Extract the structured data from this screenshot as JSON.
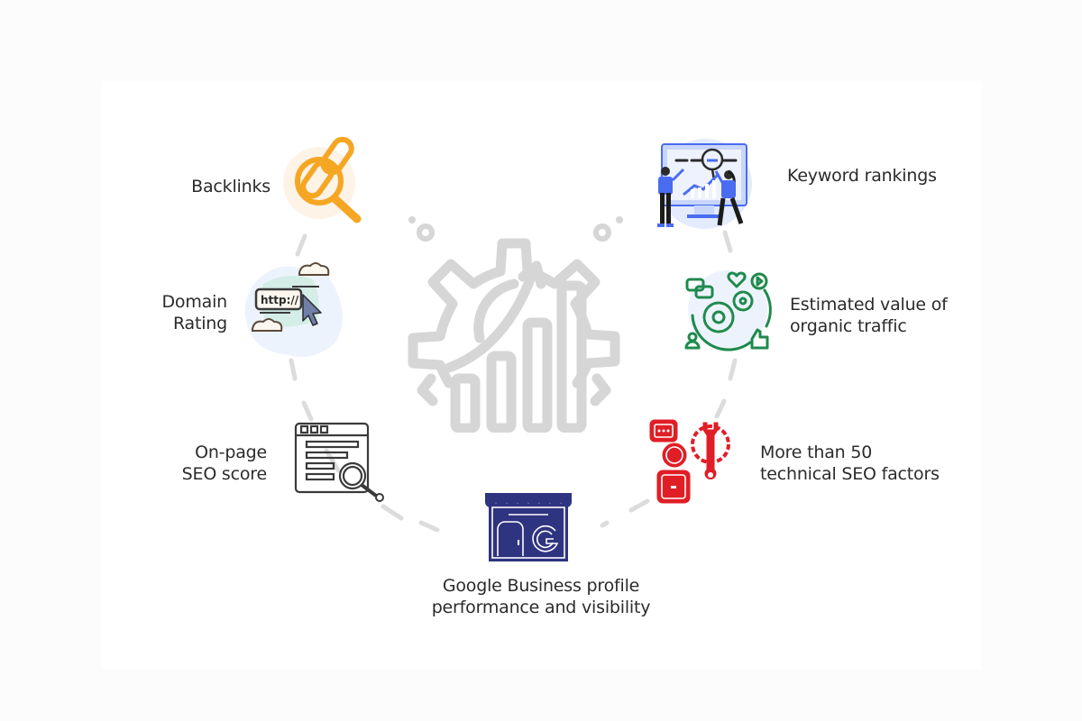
{
  "diagram": {
    "title": "",
    "center_icon": "gear-growth-chart-icon",
    "colors": {
      "background": "#fcfcfc",
      "panel": "#ffffff",
      "ring_dash": "#dcdcdc",
      "center_icon": "#d6d6d6",
      "text": "#2b2b2b",
      "backlinks": "#f5a623",
      "keyword": "#4a6cf0",
      "organic": "#1f8a4c",
      "technical": "#e01e26",
      "google_business": "#2f3480",
      "onpage": "#3a3a3a"
    },
    "items": [
      {
        "id": "backlinks",
        "label": "Backlinks",
        "icon": "chain-link-magnifier-icon"
      },
      {
        "id": "domain-rating",
        "label_line1": "Domain",
        "label_line2": "Rating",
        "icon": "browser-url-cursor-icon",
        "url_text": "http://"
      },
      {
        "id": "onpage-seo",
        "label_line1": "On-page",
        "label_line2": "SEO score",
        "icon": "webpage-magnifier-icon"
      },
      {
        "id": "google-business",
        "label_line1": "Google Business profile",
        "label_line2": "performance and visibility",
        "icon": "storefront-google-icon"
      },
      {
        "id": "technical-seo",
        "label_line1": "More than 50",
        "label_line2": "technical SEO factors",
        "icon": "engineer-wrench-gear-icon"
      },
      {
        "id": "organic-traffic",
        "label_line1": "Estimated value of",
        "label_line2": "organic traffic",
        "icon": "gears-social-engagement-icon"
      },
      {
        "id": "keyword-rankings",
        "label": "Keyword rankings",
        "icon": "people-analytics-monitor-icon"
      }
    ]
  }
}
